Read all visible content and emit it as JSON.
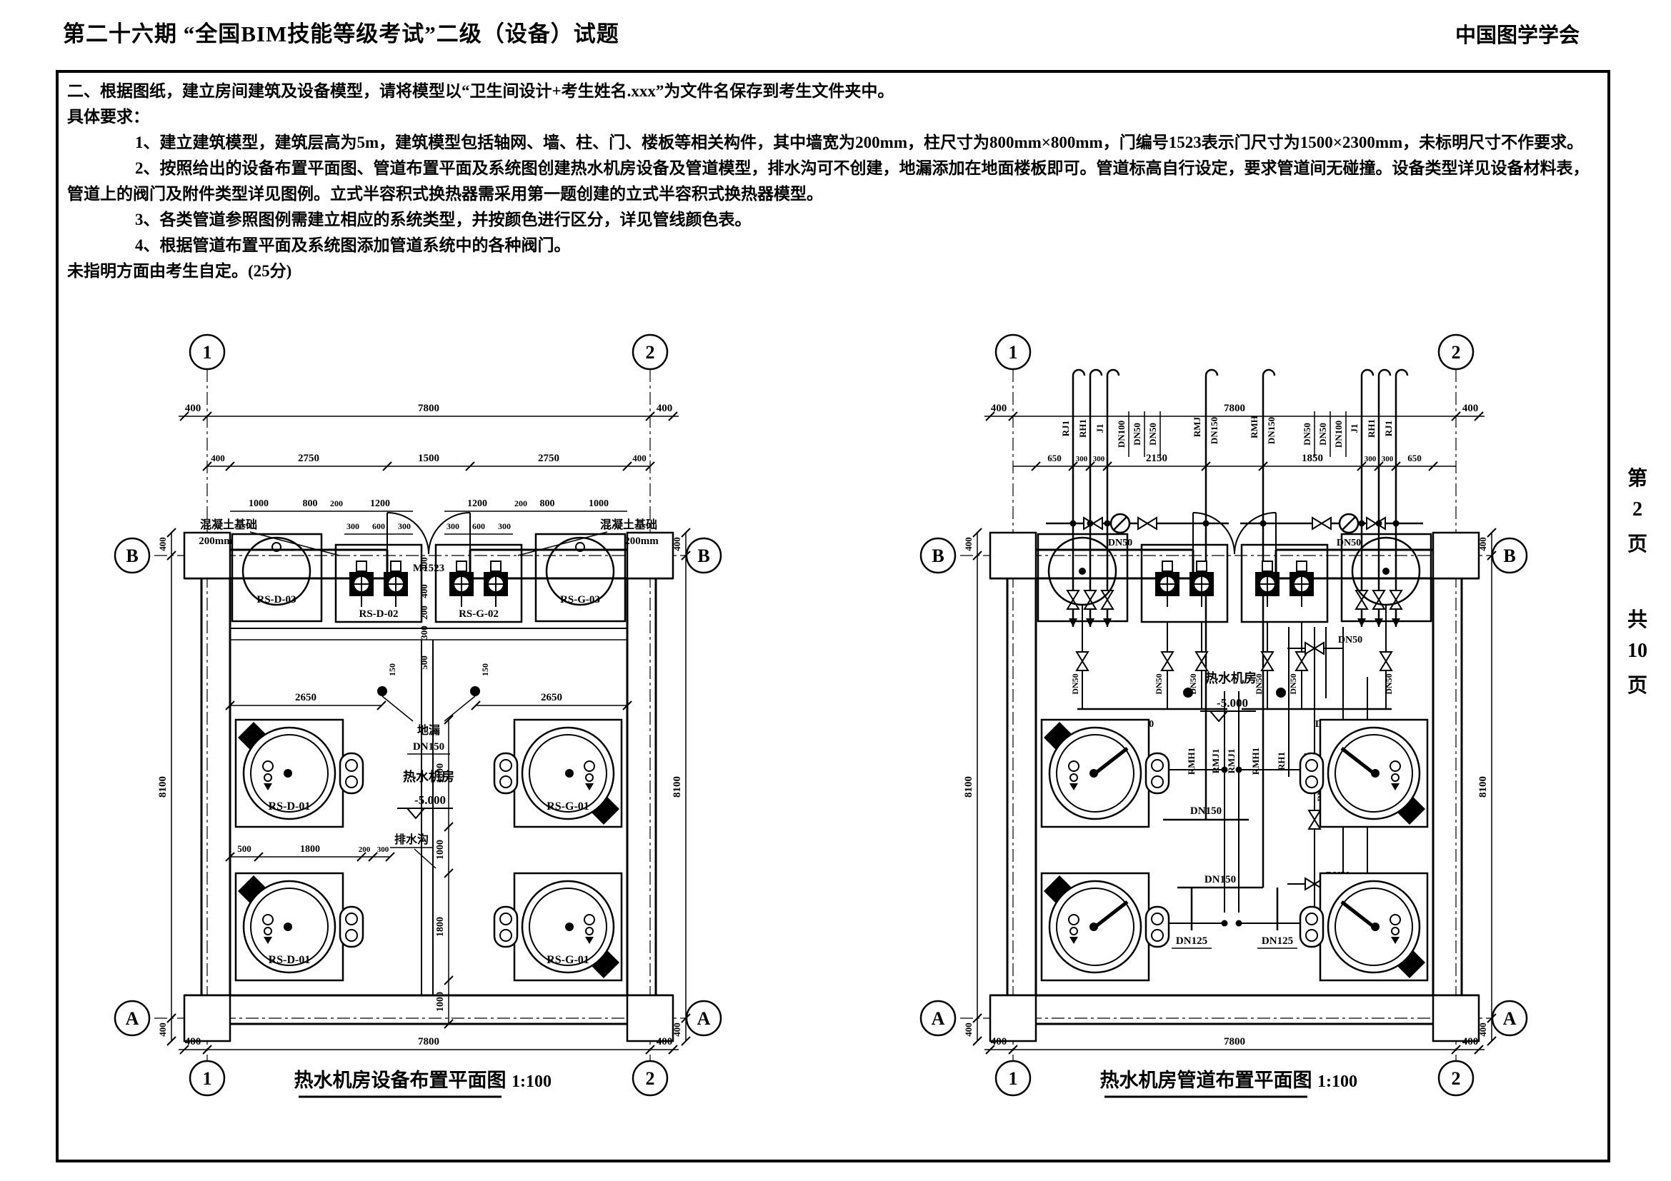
{
  "header": {
    "title": "第二十六期 “全国BIM技能等级考试”二级（设备）试题",
    "org": "中国图学学会"
  },
  "instructions": {
    "intro": "二、根据图纸，建立房间建筑及设备模型，请将模型以“卫生间设计+考生姓名.xxx”为文件名保存到考生文件夹中。",
    "subhead": "具体要求：",
    "item1": "1、建立建筑模型，建筑层高为5m，建筑模型包括轴网、墙、柱、门、楼板等相关构件，其中墙宽为200mm，柱尺寸为800mm×800mm，门编号1523表示门尺寸为1500×2300mm，未标明尺寸不作要求。",
    "item2": "2、按照给出的设备布置平面图、管道布置平面及系统图创建热水机房设备及管道模型，排水沟可不创建，地漏添加在地面楼板即可。管道标高自行设定，要求管道间无碰撞。设备类型详见设备材料表，管道上的阀门及附件类型详见图例。立式半容积式换热器需采用第一题创建的立式半容积式换热器模型。",
    "item3": "3、各类管道参照图例需建立相应的系统类型，并按颜色进行区分，详见管线颜色表。",
    "item4": "4、根据管道布置平面及系统图添加管道系统中的各种阀门。",
    "note": "未指明方面由考生自定。(25分)"
  },
  "page_side": {
    "c1": "第",
    "c2": "2",
    "c3": "页",
    "c4": "共",
    "c5": "10",
    "c6": "页"
  },
  "axes": {
    "a1": "1",
    "a2": "2",
    "aA": "A",
    "aB": "B"
  },
  "dims": {
    "d150": "150",
    "d200": "200",
    "d300": "300",
    "d400": "400",
    "d500": "500",
    "d600": "600",
    "d650": "650",
    "d800": "800",
    "d1000": "1000",
    "d1200": "1200",
    "d1500": "1500",
    "d1800": "1800",
    "d1850": "1850",
    "d2150": "2150",
    "d2650": "2650",
    "d2750": "2750",
    "d7800": "7800",
    "d8100": "8100"
  },
  "left_plan": {
    "caption": "热水机房设备布置平面图",
    "scale": "1:100",
    "door": "M1523",
    "foundation": "混凝土基础",
    "foundation_size": "200mm",
    "tank_d": "RS-D-01",
    "tank_g": "RS-G-01",
    "pump_d": "RS-D-02",
    "pump_g": "RS-G-02",
    "vessel_d": "RS-D-03",
    "vessel_g": "RS-G-03",
    "room": "热水机房",
    "elev": "-5.000",
    "drain": "地漏",
    "drain_size": "DN150",
    "gutter": "排水沟"
  },
  "right_plan": {
    "caption": "热水机房管道布置平面图",
    "scale": "1:100",
    "room": "热水机房",
    "elev": "-5.000",
    "riser_rj1": "RJ1",
    "riser_rh1": "RH1",
    "riser_j1": "J1",
    "riser_rmj": "RMJ",
    "riser_rmh": "RMH",
    "rmj1": "RMJ1",
    "rmh1": "RMH1",
    "dn50": "DN50",
    "dn100": "DN100",
    "dn125": "DN125",
    "dn150": "DN150"
  }
}
